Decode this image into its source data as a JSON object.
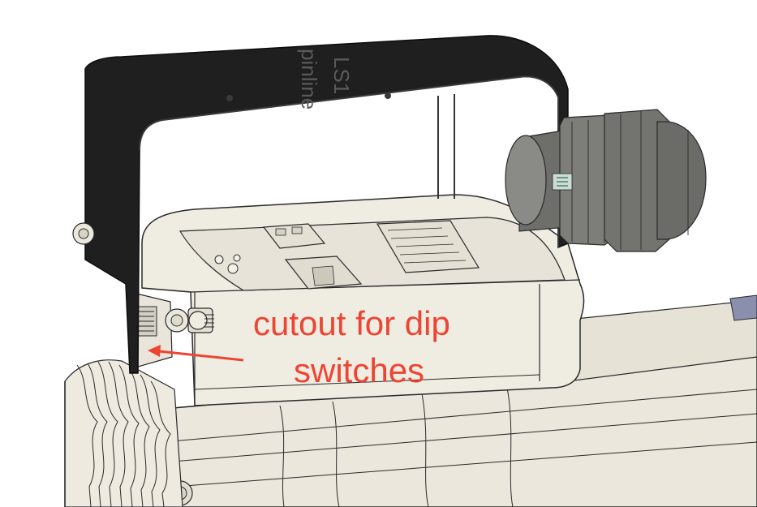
{
  "annotation": {
    "line1": "cutout for dip",
    "line2": "switches",
    "color": "#ee4433"
  },
  "bracket": {
    "engraving_line1": "pinline",
    "engraving_line2": "LS1"
  },
  "colors": {
    "bracket": "#1f1f1f",
    "enclosure": "#efece2",
    "enclosure_shadow": "#dedbd1",
    "gland": "#7a7a77",
    "outline": "#2a2a2a"
  }
}
